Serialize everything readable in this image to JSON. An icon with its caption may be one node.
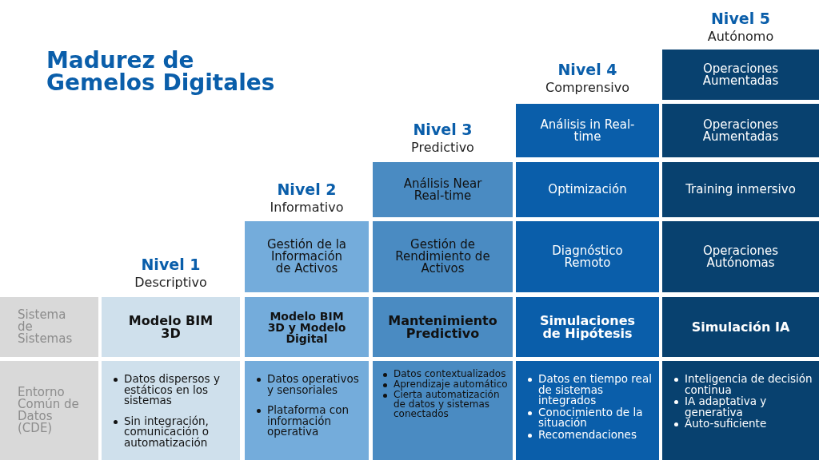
{
  "diagram": {
    "title": "Madurez de Gemelos Digitales",
    "nodes": [
      {
        "text": [
          "Operaciones Aumentadas"
        ]
      },
      {
        "text": [
          "Análisis in Real-time"
        ]
      },
      {
        "text": [
          "Operaciones Aumentadas"
        ]
      },
      {
        "text": [
          "Análisis Near Real-time"
        ]
      },
      {
        "text": [
          "Optimización"
        ]
      },
      {
        "text": [
          "Training inmersivo"
        ]
      },
      {
        "text": [
          "Gestión de la Información de Activos"
        ]
      },
      {
        "text": [
          "Gestión de Rendimiento de Activos"
        ]
      },
      {
        "text": [
          "Diagnóstico Remoto"
        ]
      },
      {
        "text": [
          "Operaciones Autónomas"
        ]
      },
      {
        "text": [
          "Sistema de Sistemas"
        ]
      },
      {
        "text": [
          "Modelo BIM 3D"
        ]
      },
      {
        "text": [
          "Modelo BIM 3D y Modelo Digital"
        ]
      },
      {
        "text": [
          "Mantenimiento Predictivo"
        ]
      },
      {
        "text": [
          "Simulaciones de Hipótesis"
        ]
      },
      {
        "text": [
          "Simulación IA"
        ]
      },
      {
        "text": [
          "Entorno Común de Datos (CDE)"
        ]
      },
      {
        "text": [
          "Datos dispersos y estáticos en los sistemas",
          "Sin integración, comunicación o automatización"
        ]
      },
      {
        "text": [
          "Datos operativos y sensoriales",
          "Plataforma con información operativa"
        ]
      },
      {
        "text": [
          "Datos contextualizados",
          "Aprendizaje automático",
          "Cierta automatización de datos y sistemas conectados"
        ]
      },
      {
        "text": [
          "Datos en tiempo real de sistemas integrados",
          "Conocimiento de la situación",
          "Recomendaciones"
        ]
      },
      {
        "text": [
          "Inteligencia de decisión continua",
          "IA adaptativa y generativa",
          "Auto-suficiente"
        ]
      }
    ],
    "labels": [
      "Nivel 5",
      "Autónomo",
      "Nivel 4",
      "Comprensivo",
      "Nivel 3",
      "Predictivo",
      "Nivel 2",
      "Informativo",
      "Nivel 1",
      "Descriptivo"
    ]
  }
}
